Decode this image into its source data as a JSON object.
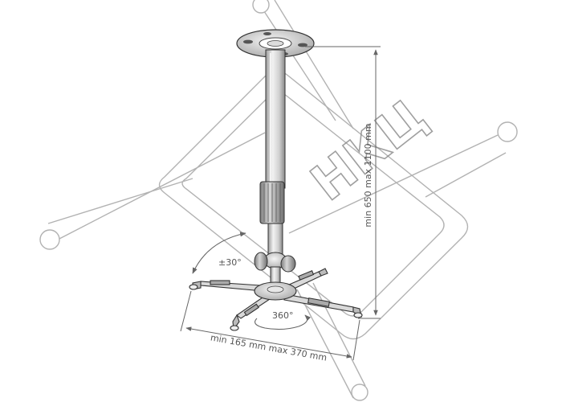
{
  "annotations": {
    "height_range": "min 650 max 1100 mm",
    "width_range": "min 165 mm max 370 mm",
    "tilt": "±30°",
    "rotation": "360°"
  },
  "watermark": {
    "text": "НКЦ"
  },
  "colors": {
    "line": "#333333",
    "dimension": "#666666",
    "metal": "#c9c9c9",
    "watermark": "#888888"
  },
  "icons": {
    "tilt": "curved-double-arrow-icon",
    "rotation": "circular-arrow-icon"
  }
}
